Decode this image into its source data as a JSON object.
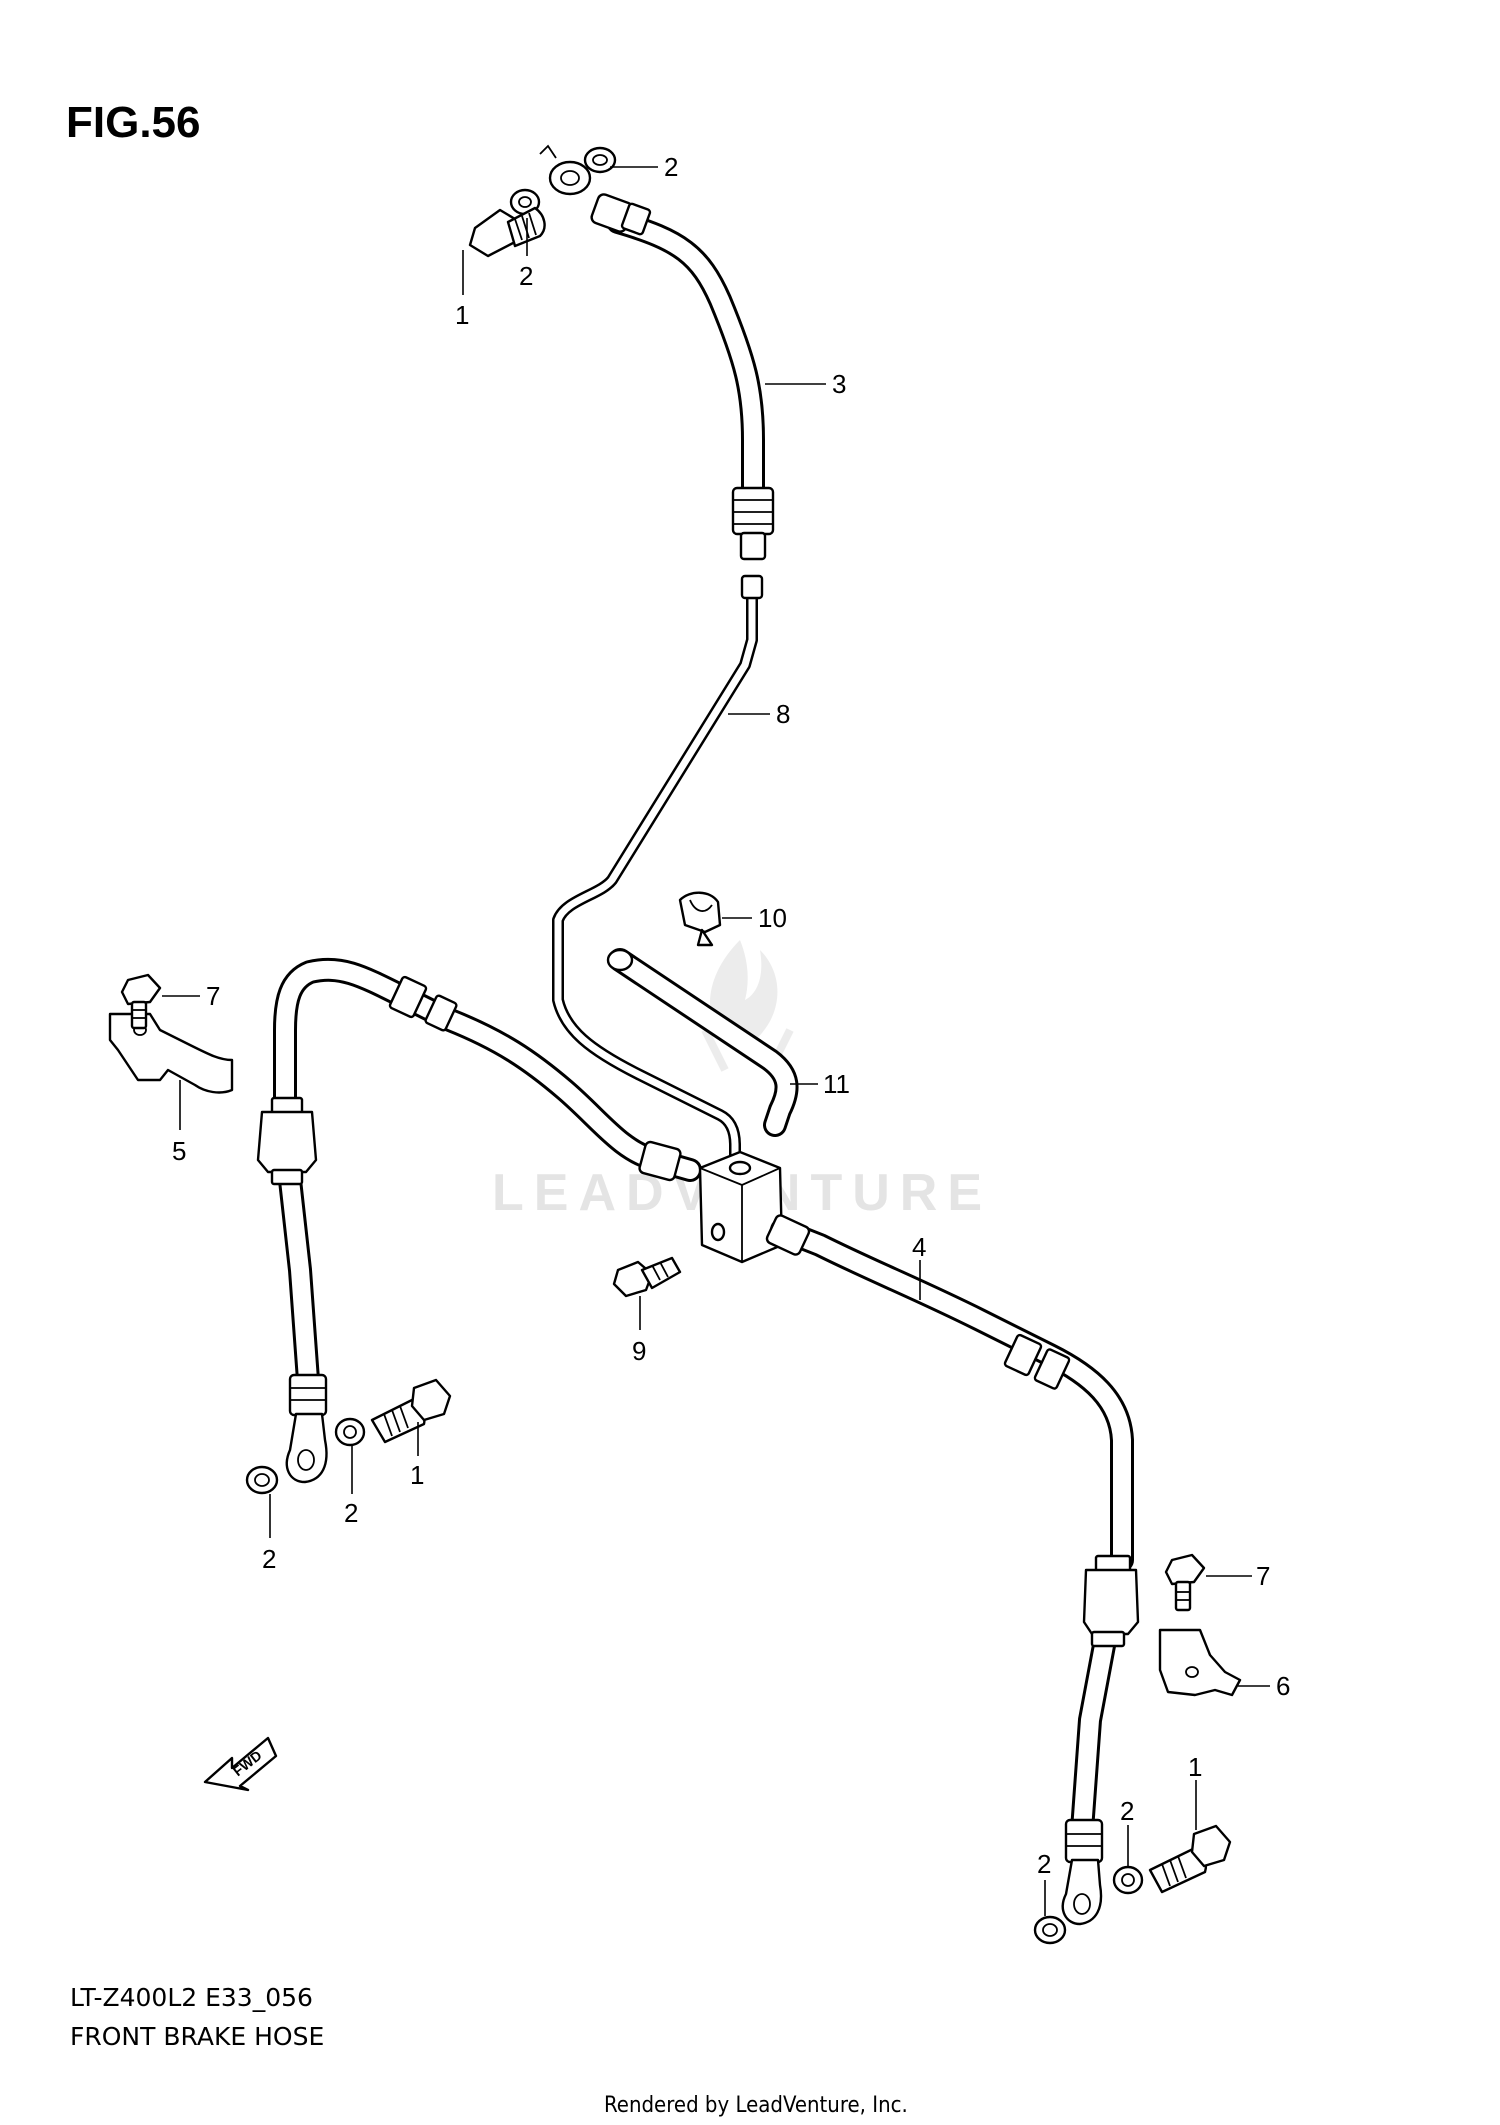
{
  "figure": {
    "title": "FIG.56",
    "model_code": "LT-Z400L2 E33_056",
    "subtitle": "FRONT BRAKE HOSE",
    "footer": "Rendered by LeadVenture, Inc.",
    "watermark": "LEADVENTURE",
    "fwd_label": "FWD"
  },
  "callouts": [
    {
      "id": "c2a",
      "label": "2"
    },
    {
      "id": "c2b",
      "label": "2"
    },
    {
      "id": "c1a",
      "label": "1"
    },
    {
      "id": "c3",
      "label": "3"
    },
    {
      "id": "c8",
      "label": "8"
    },
    {
      "id": "c10",
      "label": "10"
    },
    {
      "id": "c7a",
      "label": "7"
    },
    {
      "id": "c5",
      "label": "5"
    },
    {
      "id": "c11",
      "label": "11"
    },
    {
      "id": "c4",
      "label": "4"
    },
    {
      "id": "c9",
      "label": "9"
    },
    {
      "id": "c1b",
      "label": "1"
    },
    {
      "id": "c2c",
      "label": "2"
    },
    {
      "id": "c2d",
      "label": "2"
    },
    {
      "id": "c7b",
      "label": "7"
    },
    {
      "id": "c6",
      "label": "6"
    },
    {
      "id": "c1c",
      "label": "1"
    },
    {
      "id": "c2e",
      "label": "2"
    },
    {
      "id": "c2f",
      "label": "2"
    }
  ]
}
